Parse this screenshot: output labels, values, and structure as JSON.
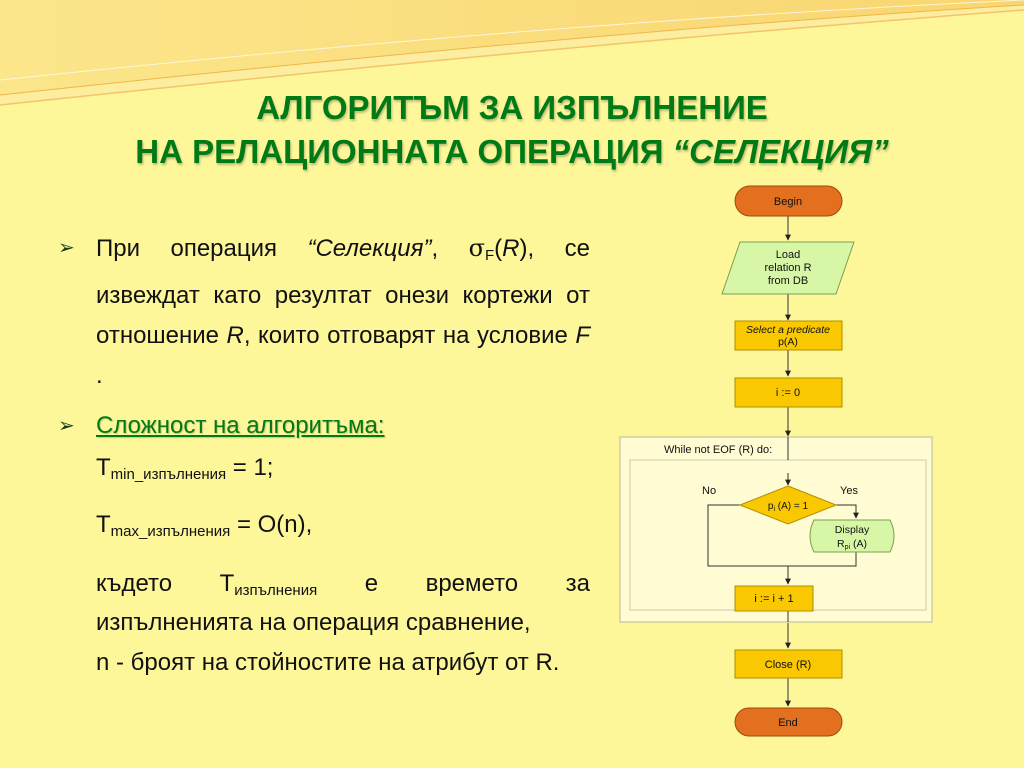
{
  "title": {
    "line1": "АЛГОРИТЪМ  ЗА  ИЗПЪЛНЕНИЕ",
    "line2_main": "НА  РЕЛАЦИОННАТА  ОПЕРАЦИЯ  ",
    "line2_italic": "“СЕЛЕКЦИЯ”"
  },
  "bullet1": {
    "t1": "При операция ",
    "t2": "“Селекция”",
    "t3": ", ",
    "sigma": "σ",
    "sigma_sub": "F",
    "t4": "(",
    "t5": "R",
    "t6": "), се извеждат като резултат онези кортежи от отношение ",
    "t7": "R",
    "t8": ", които отговарят на условие ",
    "t9": "F",
    "t10": " ."
  },
  "bullet2": {
    "label": "Сложност на алгоритъма:"
  },
  "tmin": {
    "t": "T",
    "sub": "min_изпълнения",
    "rest": " = 1;"
  },
  "tmax": {
    "t": "T",
    "sub": "max_изпълнения",
    "rest": " = O(n),"
  },
  "where": {
    "t1": "където T",
    "sub": "изпълнения",
    "t2": " е времето за изпълненията на операция сравнение,"
  },
  "n_desc": "n - броят на стойностите на атрибут от R.",
  "flowchart": {
    "begin": "Begin",
    "load1": "Load",
    "load2": "relation R",
    "load3": "from DB",
    "select1": "Select a predicate",
    "select2": "p(A)",
    "init": "i := 0",
    "loop": "While not EOF (R) do:",
    "no": "No",
    "yes": "Yes",
    "cond_p": "p",
    "cond_i": "i",
    "cond_rest": " (A)  = 1",
    "display1": "Display",
    "display2_R": "R",
    "display2_sub": "pi",
    "display2_rest": " (A)",
    "incr": "i := i + 1",
    "close": "Close (R)",
    "end": "End"
  },
  "colors": {
    "background": "#fdf79a",
    "title": "#007a16",
    "terminal": "#e2701e",
    "process": "#f9c800",
    "io": "#d7f7a6"
  }
}
